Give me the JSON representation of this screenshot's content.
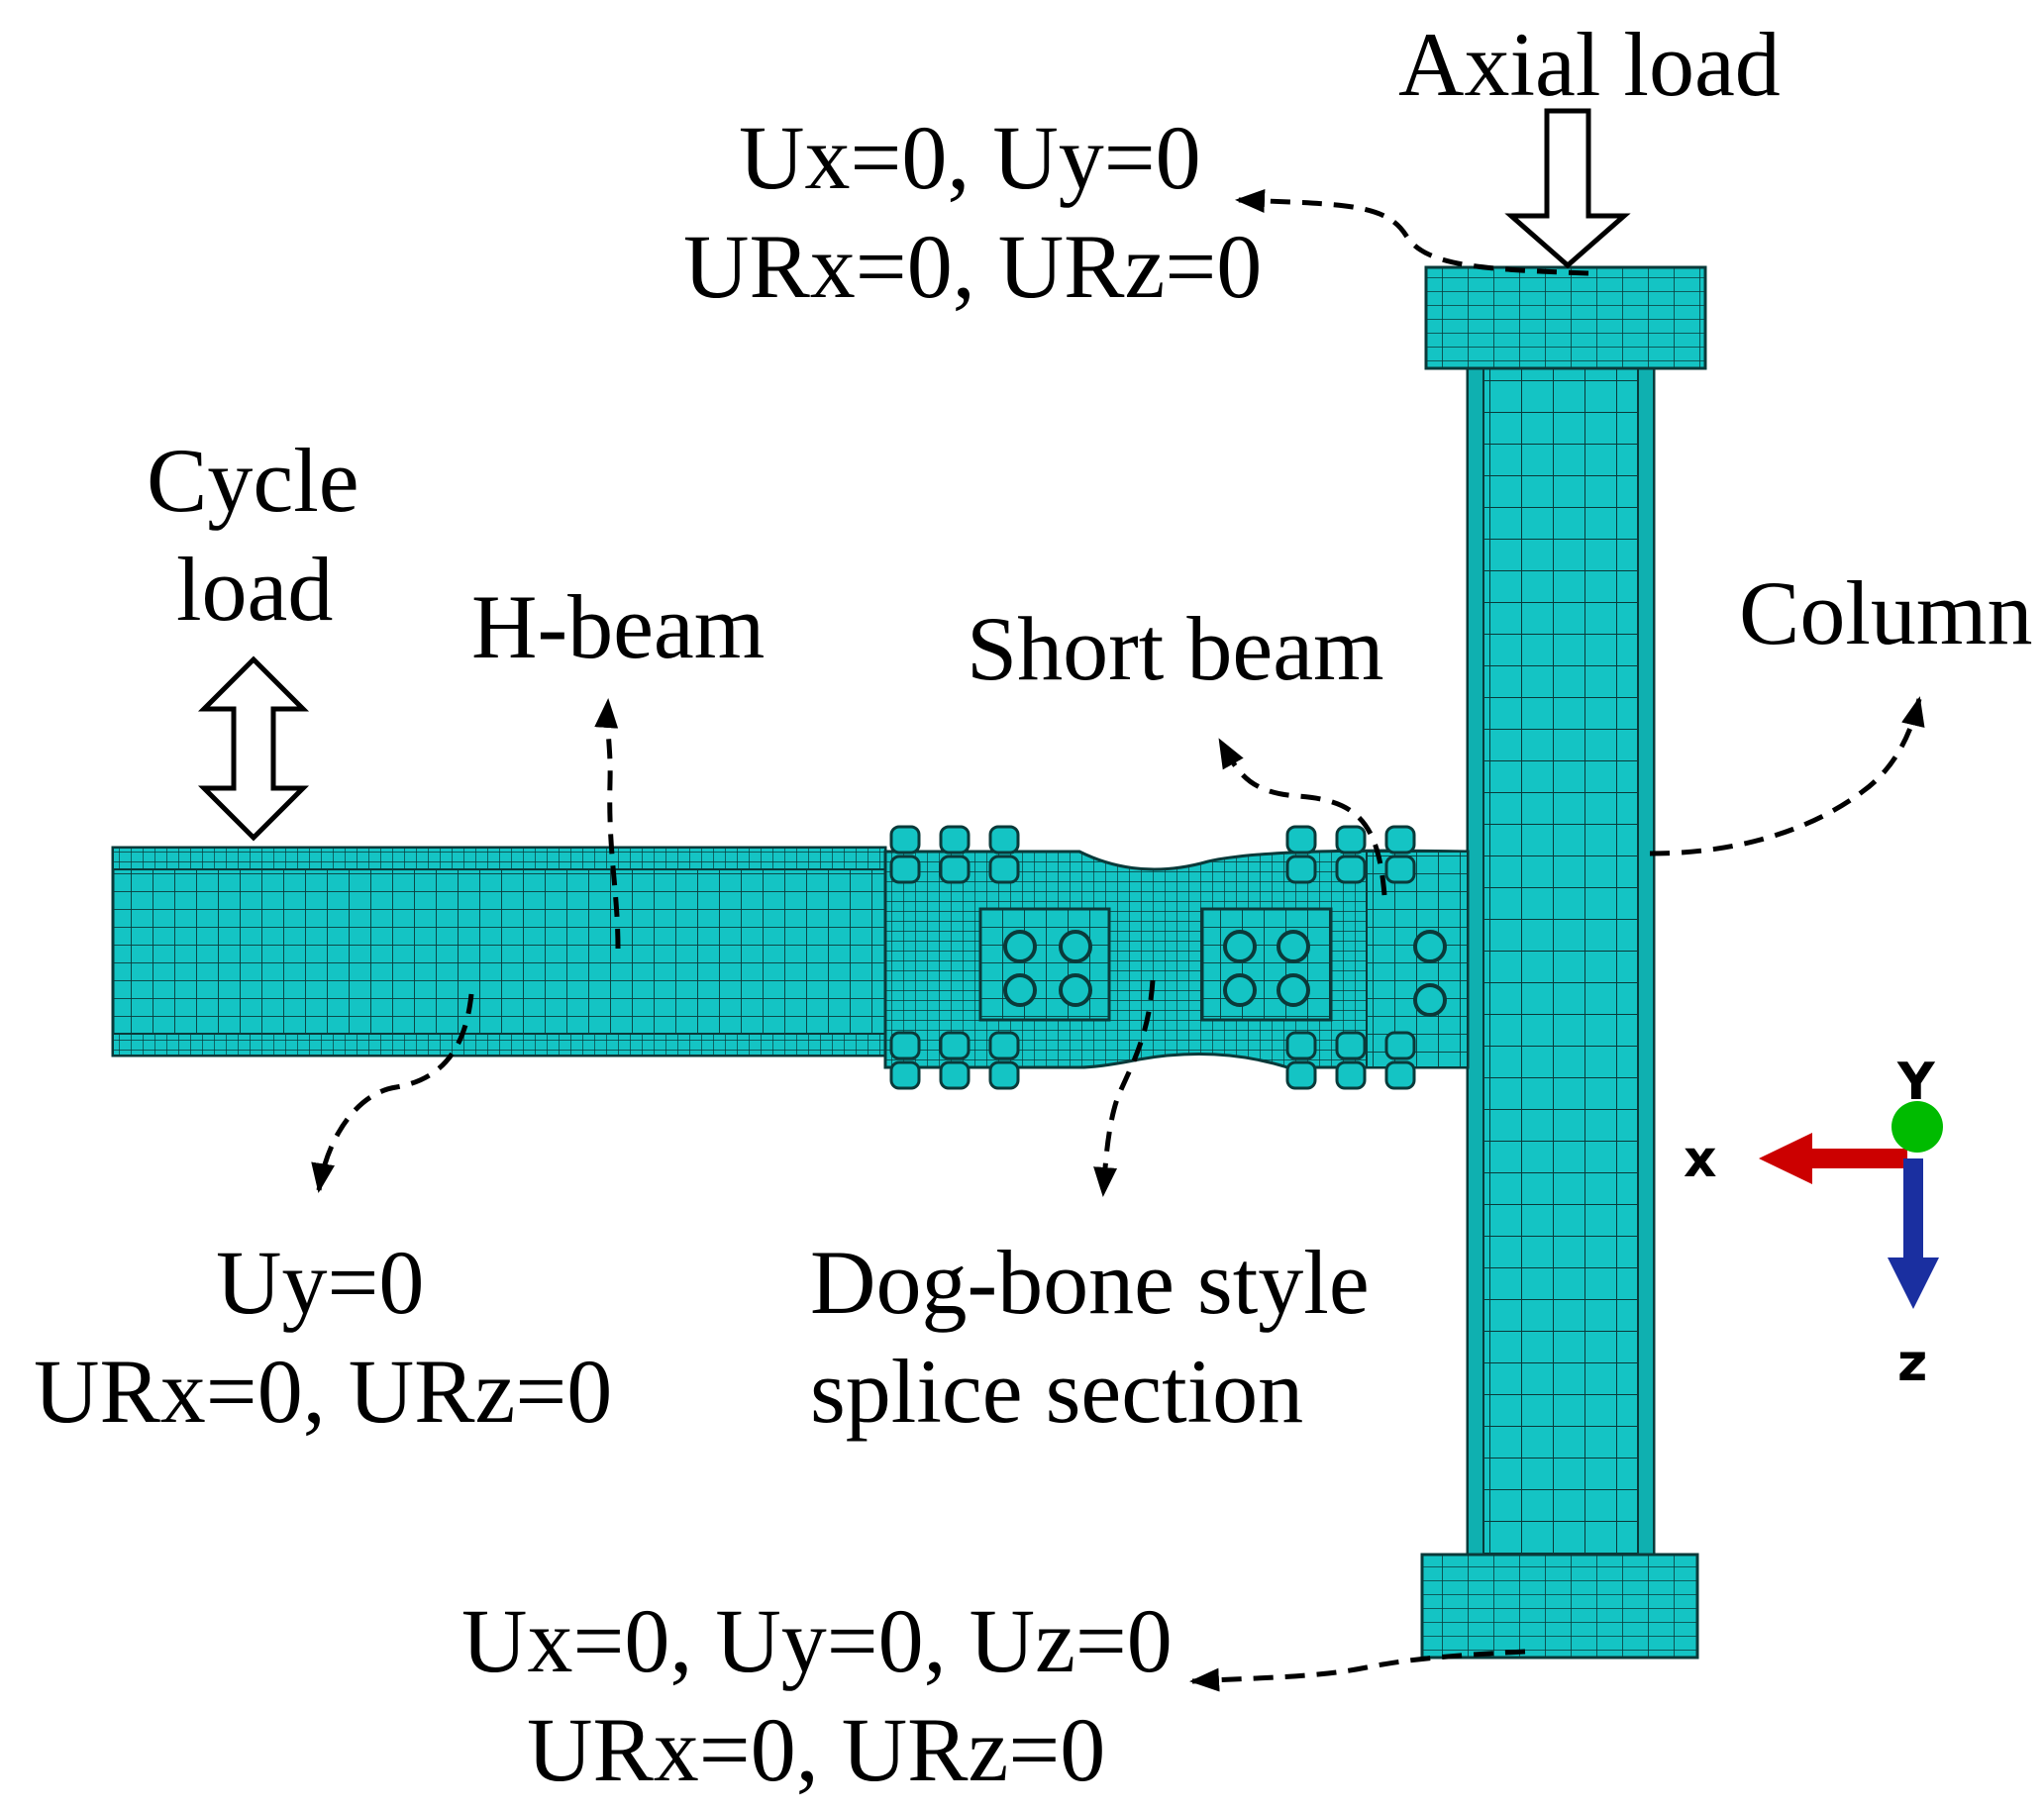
{
  "labels": {
    "axial_load": "Axial load",
    "top_bc_line1": "Ux=0, Uy=0",
    "top_bc_line2": "URx=0, URz=0",
    "cycle_line1": "Cycle",
    "cycle_line2": "load",
    "h_beam": "H-beam",
    "short_beam": "Short beam",
    "column": "Column",
    "beam_bc_line1": "Uy=0",
    "beam_bc_line2": "URx=0, URz=0",
    "dogbone_line1": "Dog-bone style",
    "dogbone_line2": "splice section",
    "base_bc_line1": "Ux=0, Uy=0, Uz=0",
    "base_bc_line2": "URx=0, URz=0"
  },
  "triad": {
    "x": "x",
    "y": "Y",
    "z": "z"
  },
  "colors": {
    "mesh_fill": "#14c4c4",
    "mesh_line": "#0a3a3a",
    "axis_x": "#cc0000",
    "axis_y": "#00bb00",
    "axis_z": "#1a2fa0"
  }
}
